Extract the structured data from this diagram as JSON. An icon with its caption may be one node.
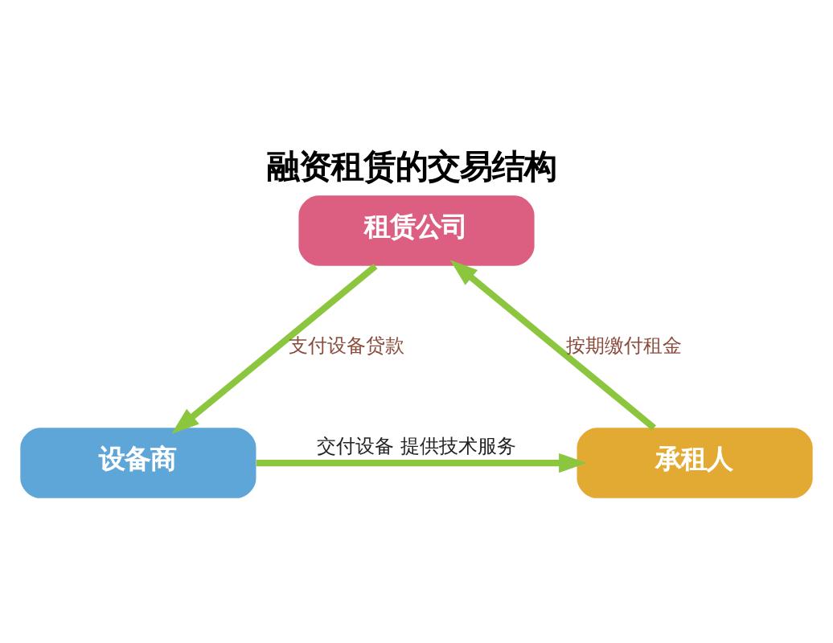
{
  "diagram": {
    "title": "融资租赁的交易结构",
    "nodes": [
      {
        "text": [
          "租赁公司"
        ]
      },
      {
        "text": [
          "设备商"
        ]
      },
      {
        "text": [
          "承租人"
        ]
      }
    ],
    "edges": [
      {
        "from": 0,
        "to": 1,
        "arrow": "to",
        "label": "支付设备贷款"
      },
      {
        "from": 2,
        "to": 0,
        "arrow": "to",
        "label": "按期缴付租金"
      },
      {
        "from": 1,
        "to": 2,
        "arrow": "to",
        "label": "交付设备 提供技术服务"
      }
    ]
  }
}
